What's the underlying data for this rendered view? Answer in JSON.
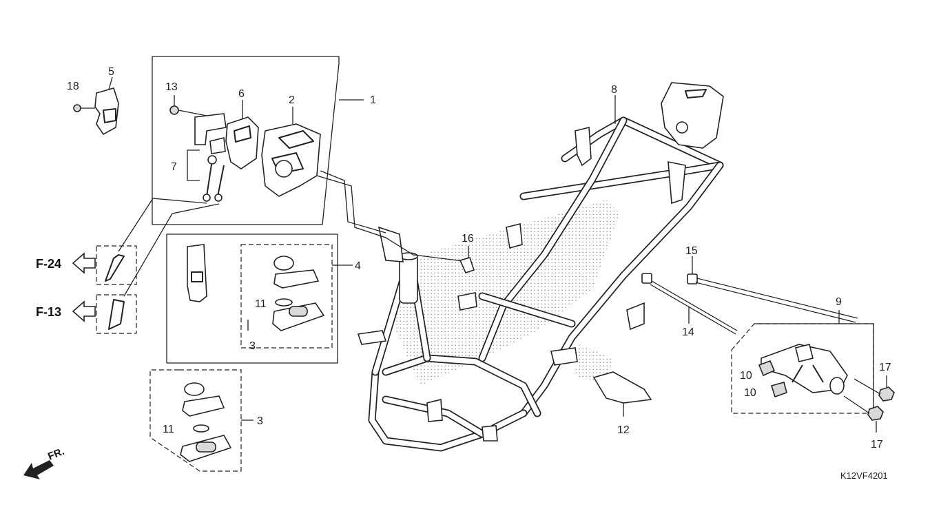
{
  "callouts": {
    "c1": "1",
    "c2": "2",
    "c3a": "3",
    "c3b": "3",
    "c4": "4",
    "c5": "5",
    "c6": "6",
    "c7": "7",
    "c8": "8",
    "c9": "9",
    "c10a": "10",
    "c10b": "10",
    "c11a": "11",
    "c11b": "11",
    "c12": "12",
    "c13": "13",
    "c14": "14",
    "c15": "15",
    "c16": "16",
    "c17a": "17",
    "c17b": "17",
    "c18": "18"
  },
  "references": {
    "f24": "F-24",
    "f13": "F-13",
    "front": "FR."
  },
  "diagram_code": "K12VF4201",
  "icons": [
    "arrow-left-outline-icon",
    "front-arrow-icon"
  ]
}
